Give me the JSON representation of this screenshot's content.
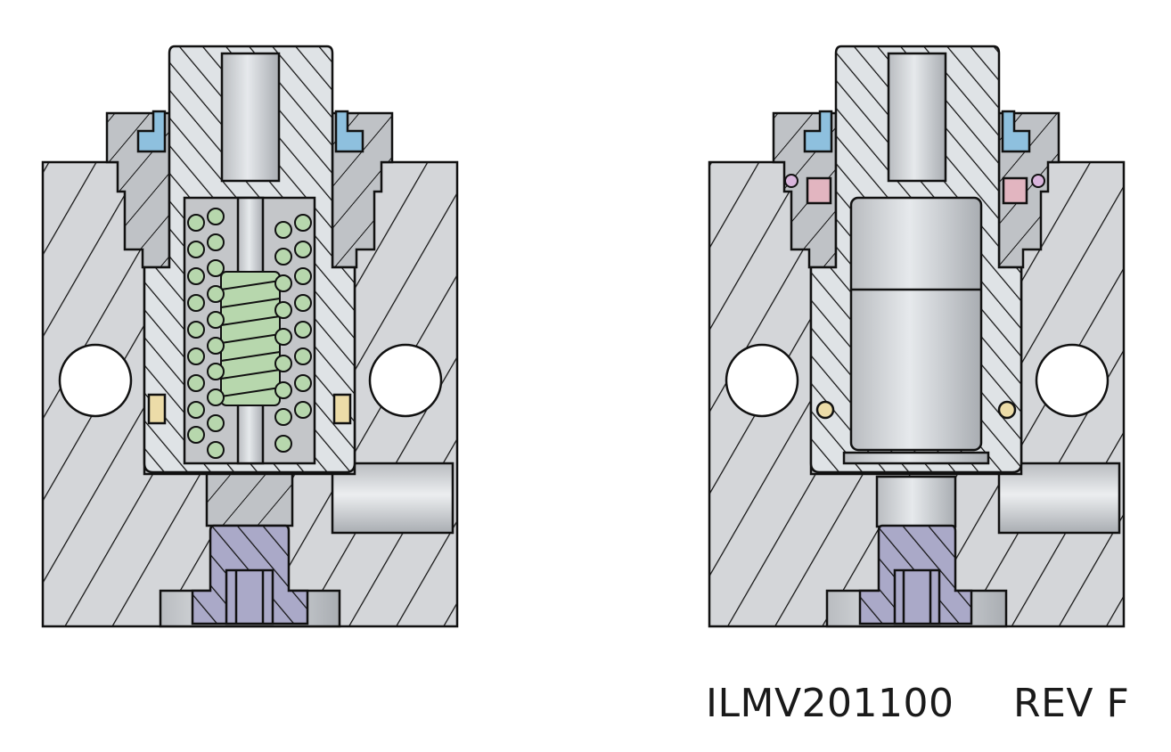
{
  "drawing": {
    "part_number": "ILMV201100",
    "revision": "REV F",
    "views": [
      "valve-section-with-spring",
      "valve-section-with-piston"
    ]
  },
  "colors": {
    "body": "#d4d6d9",
    "stem": "#dfe3e6",
    "spring": "#b7d7ad",
    "seal_blue": "#8ec0de",
    "plug_purple": "#aaa9c8",
    "ring_yellow": "#ecdca8",
    "oring_pink": "#e2b5c0",
    "outline": "#111111"
  }
}
